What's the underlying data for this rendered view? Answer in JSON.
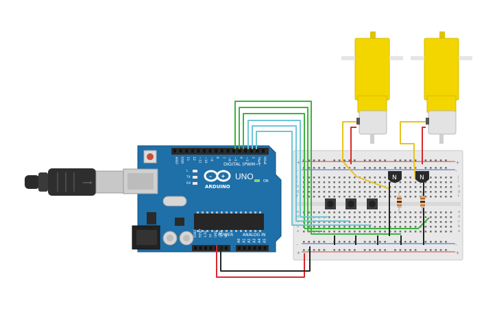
{
  "board": {
    "logo": "ARDUINO",
    "model": "UNO",
    "digital_header": "DIGITAL (PWM~)",
    "power_header": "POWER",
    "analog_header": "ANALOG IN",
    "on_label": "ON",
    "led_labels": [
      "L",
      "TX",
      "RX"
    ],
    "digital_pins": [
      "AREF",
      "GND",
      "13",
      "12",
      "~11",
      "~10",
      "~9",
      "8",
      "7",
      "~6",
      "~5",
      "4",
      "~3",
      "2",
      "TX▸1",
      "RX◂0"
    ],
    "power_pins": [
      "IOREF",
      "RESET",
      "3.3V",
      "5V",
      "GND",
      "GND",
      "Vin"
    ],
    "analog_pins": [
      "A0",
      "A1",
      "A2",
      "A3",
      "A4",
      "A5"
    ]
  },
  "breadboard": {
    "row_letters": [
      "a",
      "b",
      "c",
      "d",
      "e",
      "f",
      "g",
      "h",
      "i",
      "j"
    ],
    "rail_plus": "+",
    "rail_minus": "-"
  },
  "transistors": [
    {
      "label": "N"
    },
    {
      "label": "N"
    }
  ],
  "colors": {
    "board": "#1f6fa8",
    "header": "#2b2b2b",
    "wire_green": "#3bb33b",
    "wire_cyan": "#6cc6d6",
    "wire_red": "#d9252a",
    "wire_black": "#222222",
    "wire_yellow": "#e8c21a",
    "motor_yellow": "#f3d500",
    "rail_red": "#e03a3a",
    "rail_blue": "#3a5fd0"
  }
}
